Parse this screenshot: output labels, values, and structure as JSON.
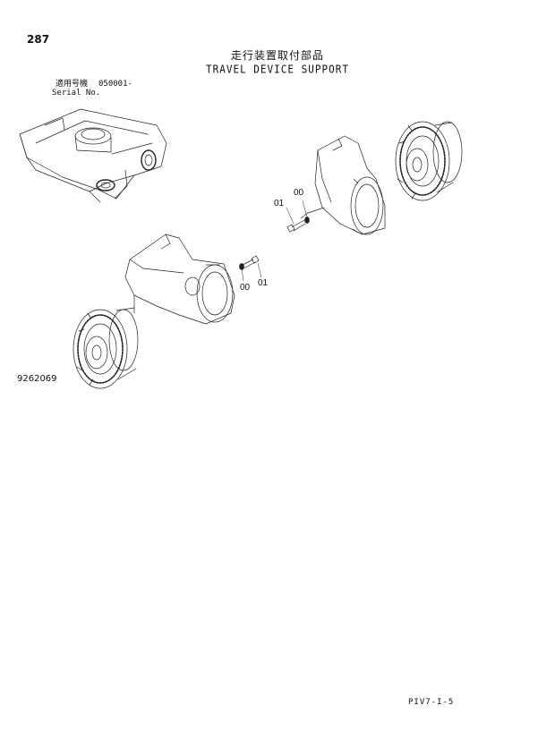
{
  "header": {
    "page_number": "287",
    "title_jp": "走行装置取付部品",
    "title_en": "TRAVEL DEVICE SUPPORT"
  },
  "serial": {
    "label_jp": "適用号機",
    "label_en": "Serial No.",
    "value": "050001-"
  },
  "callouts": {
    "upper_01": "01",
    "upper_00": "00",
    "lower_00": "00",
    "lower_01": "01"
  },
  "footer": {
    "drawing_number": "9262069",
    "page_code": "PIV7-I-5"
  }
}
